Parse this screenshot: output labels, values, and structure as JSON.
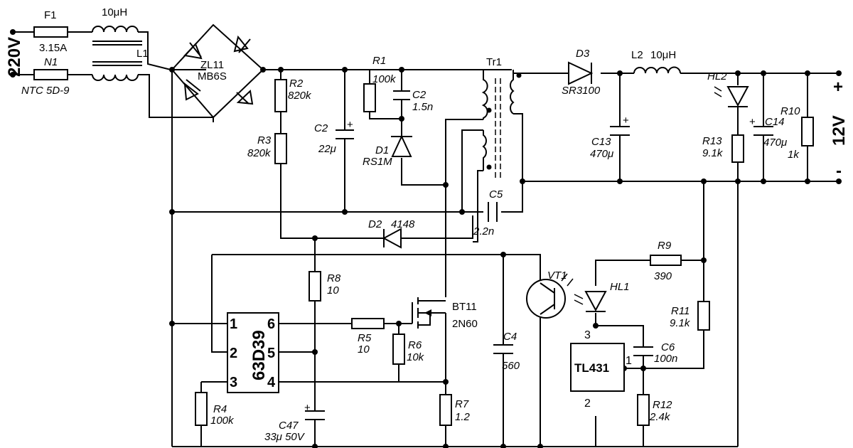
{
  "input": {
    "voltage": "220V"
  },
  "fuse": {
    "ref": "F1",
    "value": "3.15A"
  },
  "choke": {
    "value": "10μH",
    "ref": "L1"
  },
  "ntc": {
    "ref": "N1",
    "value": "NTC 5D-9"
  },
  "bridge": {
    "ref": "ZL11",
    "value": "MB6S"
  },
  "r1": {
    "ref": "R1",
    "value": "100k"
  },
  "r2": {
    "ref": "R2",
    "value": "820k"
  },
  "r3": {
    "ref": "R3",
    "value": "820k"
  },
  "r4": {
    "ref": "R4",
    "value": "100k"
  },
  "r5": {
    "ref": "R5",
    "value": "10"
  },
  "r6": {
    "ref": "R6",
    "value": "10k"
  },
  "r7": {
    "ref": "R7",
    "value": "1.2"
  },
  "r8": {
    "ref": "R8",
    "value": "10"
  },
  "r9": {
    "ref": "R9",
    "value": "390"
  },
  "r10": {
    "ref": "R10",
    "value": "1k"
  },
  "r11": {
    "ref": "R11",
    "value": "9.1k"
  },
  "r12": {
    "ref": "R12",
    "value": "2.4k"
  },
  "r13": {
    "ref": "R13",
    "value": "9.1k"
  },
  "c2a": {
    "ref": "C2",
    "value": "1.5n"
  },
  "c2b": {
    "ref": "C2",
    "value": "22μ"
  },
  "c4": {
    "ref": "C4",
    "value": "560"
  },
  "c5": {
    "ref": "C5",
    "value": "2.2n"
  },
  "c6": {
    "ref": "C6",
    "value": "100n"
  },
  "c13": {
    "ref": "C13",
    "value": "470μ"
  },
  "c14": {
    "ref": "C14",
    "value": "470μ"
  },
  "c47": {
    "ref": "C47",
    "value": "33μ 50V"
  },
  "d1": {
    "ref": "D1",
    "value": "RS1M"
  },
  "d2": {
    "ref": "D2",
    "value": "4148"
  },
  "d3": {
    "ref": "D3",
    "value": "SR3100"
  },
  "l2": {
    "ref": "L2",
    "value": "10μH"
  },
  "tr1": {
    "ref": "Tr1"
  },
  "hl1": {
    "ref": "HL1"
  },
  "hl2": {
    "ref": "HL2"
  },
  "vt1": {
    "ref": "VT1"
  },
  "mosfet": {
    "ref": "BT11",
    "value": "2N60"
  },
  "ic1": {
    "name": "63D39",
    "pins": [
      "1",
      "2",
      "3",
      "4",
      "5",
      "6"
    ]
  },
  "ic2": {
    "name": "TL431",
    "pins": [
      "3",
      "1",
      "2"
    ]
  },
  "output": {
    "voltage": "12V",
    "plus": "+",
    "minus": "-"
  }
}
